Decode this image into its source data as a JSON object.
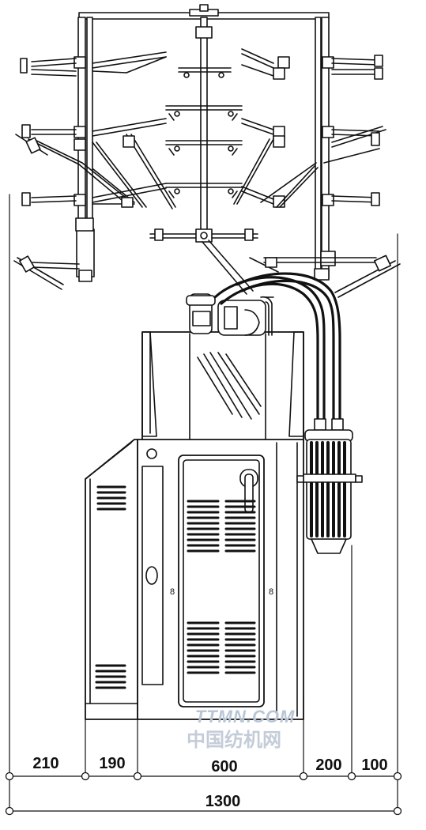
{
  "figure": {
    "dimensions_top": [
      "210",
      "190",
      "600",
      "200",
      "100"
    ],
    "dimension_total": "1300",
    "panel_marks": [
      "8",
      "8"
    ]
  },
  "watermark": {
    "line1": "TTMN.COM",
    "line2": "中国纺机网"
  },
  "colors": {
    "ink": "#111111",
    "watermark": "#b9c6d6"
  },
  "icons": [
    "circle-knitting-machine-drawing",
    "creel-icon",
    "yarn-feeder-icon",
    "cooling-fan-icon"
  ]
}
